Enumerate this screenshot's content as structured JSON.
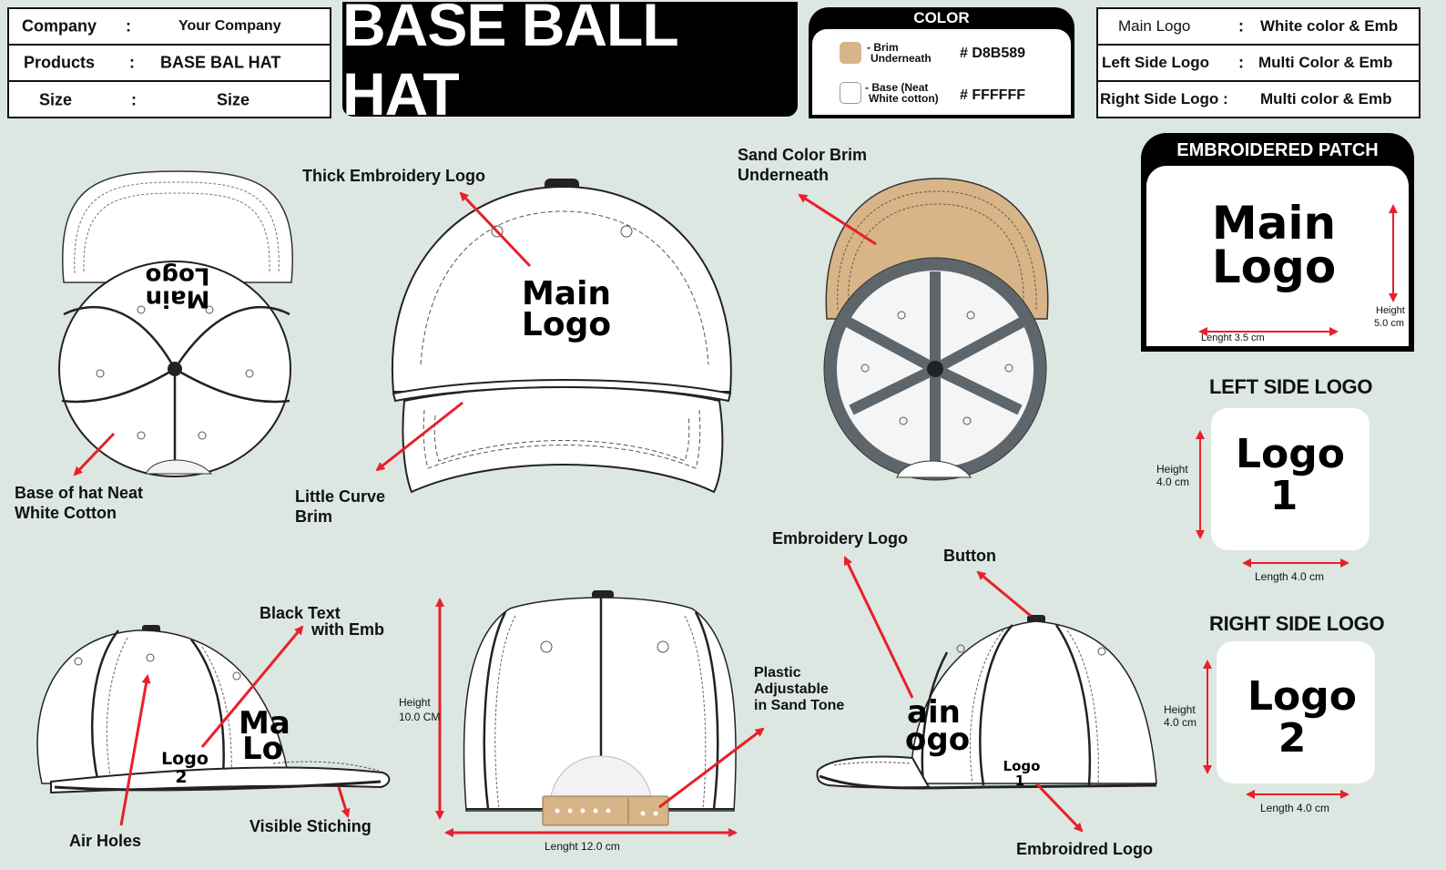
{
  "info": {
    "company_label": "Company",
    "company_sep": ":",
    "company_value": "Your Company",
    "products_label": "Products",
    "products_sep": ":",
    "products_value": "BASE BAL HAT",
    "size_label": "Size",
    "size_sep": ":",
    "size_value": "Size"
  },
  "title": "BASE BALL HAT",
  "color_panel": {
    "heading": "COLOR",
    "swatches": [
      {
        "label_line1": "- Brim",
        "label_line2": "Underneath",
        "hex": "# D8B589",
        "color": "#D8B589"
      },
      {
        "label_line1": "- Base (Neat",
        "label_line2": "White cotton)",
        "hex": "# FFFFFF",
        "color": "#FFFFFF"
      }
    ]
  },
  "logo_specs": {
    "main_label": "Main Logo",
    "main_sep": ":",
    "main_value": "White color & Emb",
    "left_label": "Left Side Logo",
    "left_sep": ":",
    "left_value": "Multi Color & Emb",
    "right_label": "Right Side Logo :",
    "right_value": "Multi color & Emb"
  },
  "patch": {
    "heading": "EMBROIDERED PATCH",
    "word1": "Main",
    "word2": "Logo",
    "height_label": "Height",
    "height_value": "5.0 cm",
    "length_label": "Lenght 3.5 cm"
  },
  "left_side_logo": {
    "heading": "LEFT SIDE LOGO",
    "word1": "Logo",
    "word2": "1",
    "height_label": "Height",
    "height_value": "4.0 cm",
    "length_label": "Length 4.0 cm"
  },
  "right_side_logo": {
    "heading": "RIGHT SIDE LOGO",
    "word1": "Logo",
    "word2": "2",
    "height_label": "Height",
    "height_value": "4.0 cm",
    "length_label": "Length 4.0 cm"
  },
  "callouts": {
    "thick_emb_logo": "Thick Embroidery Logo",
    "sand_brim_1": "Sand Color Brim",
    "sand_brim_2": "Underneath",
    "base_hat_1": "Base of hat Neat",
    "base_hat_2": "White Cotton",
    "curve_brim_1": "Little Curve",
    "curve_brim_2": "Brim",
    "emb_logo": "Embroidery Logo",
    "button": "Button",
    "black_text_1": "Black Text",
    "black_text_2": "with Emb",
    "plastic_1": "Plastic",
    "plastic_2": "Adjustable",
    "plastic_3": "in Sand Tone",
    "air_holes": "Air Holes",
    "visible_stitch": "Visible Stiching",
    "embroidred_logo": "Embroidred Logo",
    "back_height_1": "Height",
    "back_height_2": "10.0 CM",
    "back_length": "Lenght 12.0 cm"
  },
  "hat_text": {
    "top_main": "Main",
    "top_logo": "Logo",
    "front_main": "Main",
    "front_logo": "Logo",
    "left_main": "Ma",
    "left_logo": "Lo",
    "left_logo2_a": "Logo",
    "left_logo2_b": "2",
    "right_main": "ain",
    "right_logo": "ogo",
    "right_logo1_a": "Logo",
    "right_logo1_b": "1"
  },
  "colors": {
    "background": "#dde7e1",
    "sand": "#D8B589",
    "arrow": "#e8202a",
    "dark_gray": "#5f666b"
  }
}
